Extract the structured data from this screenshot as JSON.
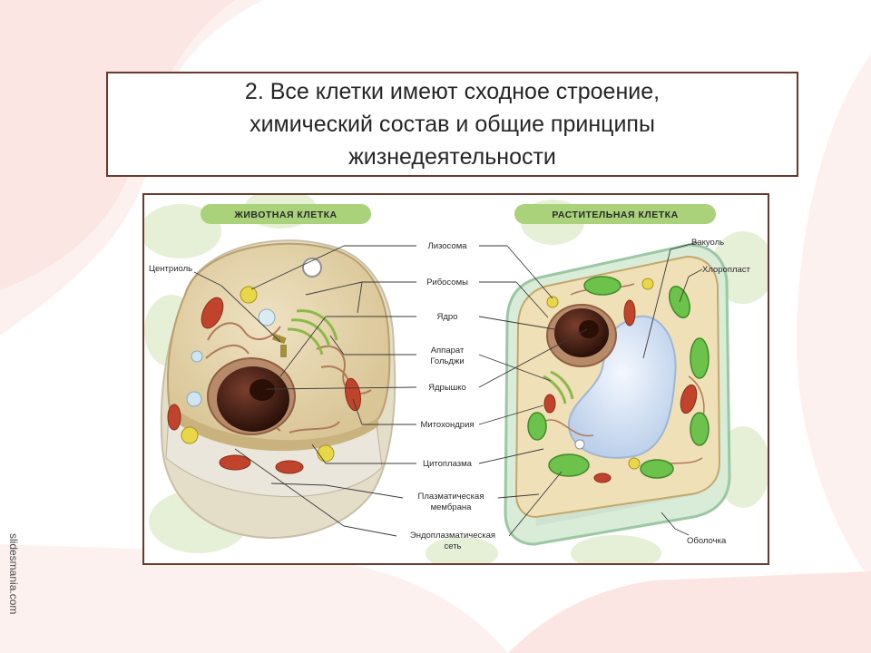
{
  "slide": {
    "title": "2. Все клетки имеют сходное строение,\nхимический состав и общие принципы\nжизнедеятельности",
    "watermark": "slidesmania.com"
  },
  "diagram": {
    "animal_header": "ЖИВОТНАЯ КЛЕТКА",
    "plant_header": "РАСТИТЕЛЬНАЯ КЛЕТКА",
    "labels": {
      "centriole": "Центриоль",
      "lysosome": "Лизосома",
      "ribosomes": "Рибосомы",
      "nucleus": "Ядро",
      "golgi_1": "Аппарат",
      "golgi_2": "Гольджи",
      "nucleolus": "Ядрышко",
      "mitochondria": "Митохондрия",
      "cytoplasm": "Цитоплазма",
      "membrane_1": "Плазматическая",
      "membrane_2": "мембрана",
      "er_1": "Эндоплазматическая",
      "er_2": "сеть",
      "vacuole": "Вакуоль",
      "chloroplast": "Хлоропласт",
      "cell_wall": "Оболочка"
    }
  },
  "colors": {
    "frame": "#6a3a2e",
    "background": "#fdf0ee",
    "accent_green": "#5bb33a",
    "mitochondria": "#c0442c",
    "nucleus": "#4a2318"
  }
}
